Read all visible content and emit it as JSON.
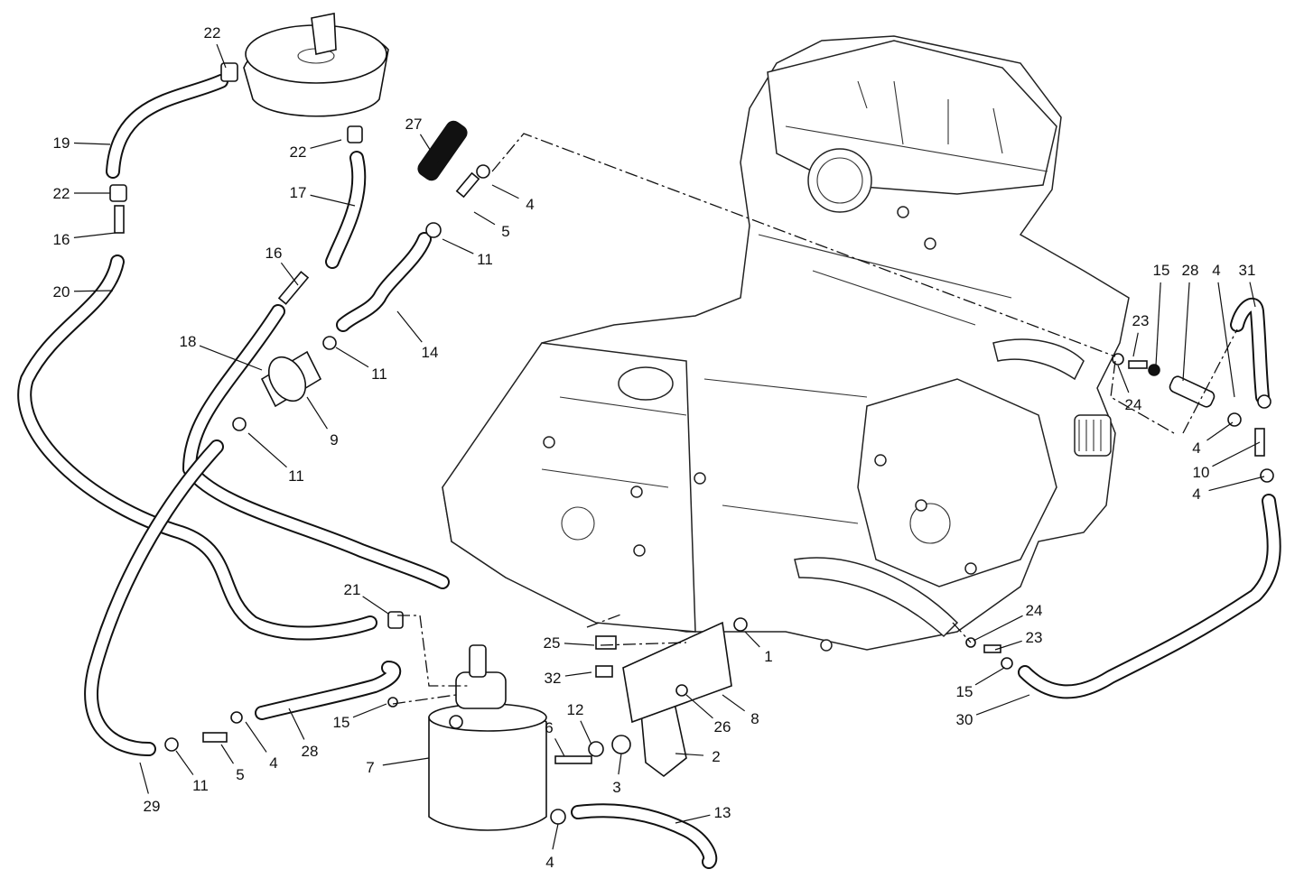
{
  "diagram": {
    "type": "exploded parts diagram",
    "callouts": [
      "22",
      "19",
      "22",
      "16",
      "20",
      "22",
      "17",
      "16",
      "18",
      "27",
      "4",
      "5",
      "11",
      "14",
      "11",
      "9",
      "11",
      "21",
      "15",
      "28",
      "4",
      "5",
      "11",
      "29",
      "7",
      "6",
      "12",
      "3",
      "2",
      "26",
      "8",
      "1",
      "25",
      "32",
      "13",
      "4",
      "24",
      "23",
      "15",
      "30",
      "15",
      "28",
      "4",
      "31",
      "23",
      "24",
      "4",
      "10",
      "4"
    ]
  }
}
